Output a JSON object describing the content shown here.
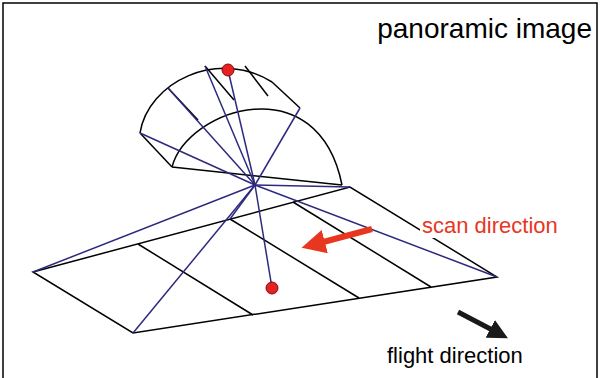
{
  "diagram": {
    "labels": [
      "panoramic image",
      "scan direction",
      "flight direction"
    ]
  }
}
